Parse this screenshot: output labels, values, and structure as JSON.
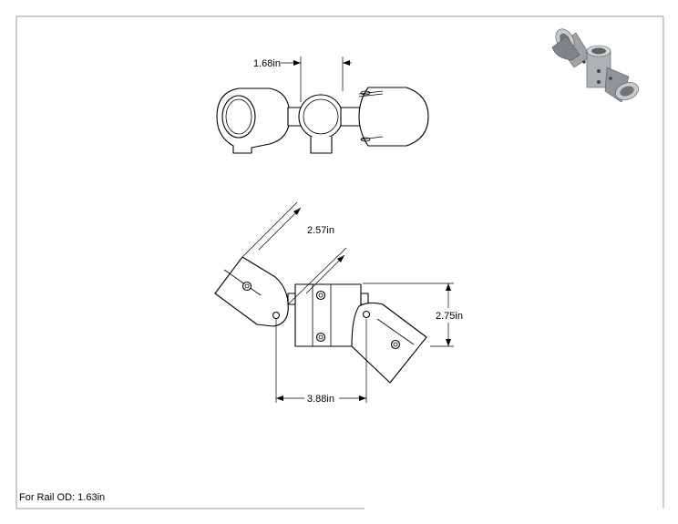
{
  "dimensions": {
    "top_gap": "1.68in",
    "diagonal": "2.57in",
    "height": "2.75in",
    "width": "3.88in"
  },
  "note": "For Rail OD: 1.63in"
}
